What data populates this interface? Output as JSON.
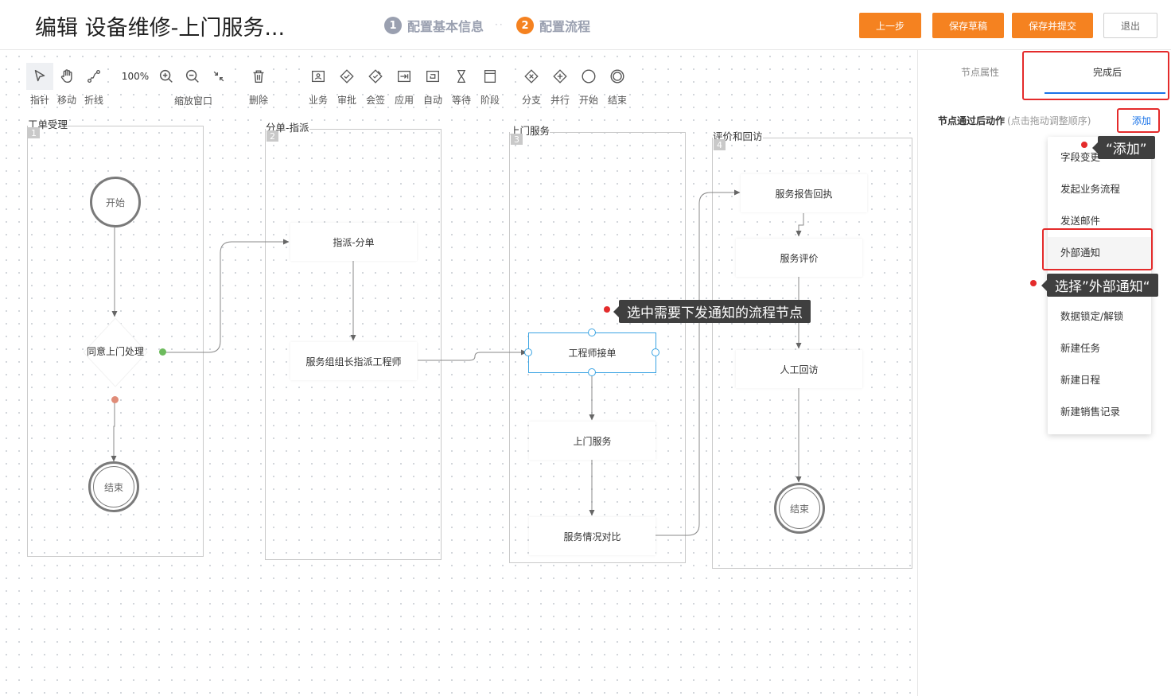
{
  "header": {
    "title": "编辑 设备维修-上门服务...",
    "steps": [
      {
        "num": "1",
        "label": "配置基本信息",
        "color": "#9aa0b0"
      },
      {
        "num": "2",
        "label": "配置流程",
        "color": "#f58220"
      }
    ],
    "step_separator": "··",
    "buttons": {
      "prev": "上一步",
      "save_draft": "保存草稿",
      "save_submit": "保存并提交",
      "exit": "退出"
    }
  },
  "toolbar": {
    "pointer": "指针",
    "move": "移动",
    "polyline": "折线",
    "zoom_level": "100%",
    "zoom_window": "缩放窗口",
    "delete": "删除",
    "business": "业务",
    "approve": "审批",
    "countersign": "会签",
    "apply": "应用",
    "auto": "自动",
    "wait": "等待",
    "stage": "阶段",
    "branch": "分支",
    "parallel": "并行",
    "start": "开始",
    "end": "结束"
  },
  "lanes": [
    {
      "title": "工单受理",
      "num": "1"
    },
    {
      "title": "分单-指派",
      "num": "2"
    },
    {
      "title": "上门服务",
      "num": "3"
    },
    {
      "title": "评价和回访",
      "num": "4"
    }
  ],
  "nodes": {
    "start": "开始",
    "agree_visit": "同意上门处理",
    "end1": "结束",
    "assign": "指派-分单",
    "group_leader": "服务组组长指派工程师",
    "engineer_accept": "工程师接单",
    "onsite_service": "上门服务",
    "service_compare": "服务情况对比",
    "service_report": "服务报告回执",
    "service_review": "服务评价",
    "manual_followup": "人工回访",
    "end4": "结束"
  },
  "callouts": {
    "select_node": "选中需要下发通知的流程节点",
    "click_add": "“添加”",
    "choose_external": "选择”外部通知“"
  },
  "panel": {
    "tabs": [
      "节点属性",
      "完成后"
    ],
    "section_label": "节点通过后动作",
    "section_hint": "(点击拖动调整顺序)",
    "add_link": "添加",
    "menu": [
      "字段变更",
      "发起业务流程",
      "发送邮件",
      "外部通知",
      "数据锁定/解锁",
      "新建任务",
      "新建日程",
      "新建销售记录"
    ]
  },
  "colors": {
    "accent": "#f58220",
    "link": "#1a73e8",
    "highlight": "#e42b2b",
    "select": "#3ba4e3"
  }
}
